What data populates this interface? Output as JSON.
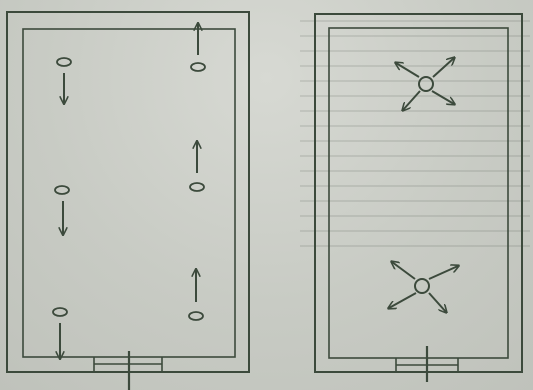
{
  "diagram": {
    "line_color": "#3c4a3c",
    "paper_color": "#c9ccc6",
    "left_panel": {
      "vents": [
        {
          "arrow": "down"
        },
        {
          "arrow": "up"
        },
        {
          "arrow": "up"
        },
        {
          "arrow": "down"
        },
        {
          "arrow": "down"
        },
        {
          "arrow": "up"
        }
      ]
    },
    "right_panel": {
      "diffusers": [
        {
          "arrows": "four-way"
        },
        {
          "arrows": "four-way"
        }
      ]
    }
  }
}
